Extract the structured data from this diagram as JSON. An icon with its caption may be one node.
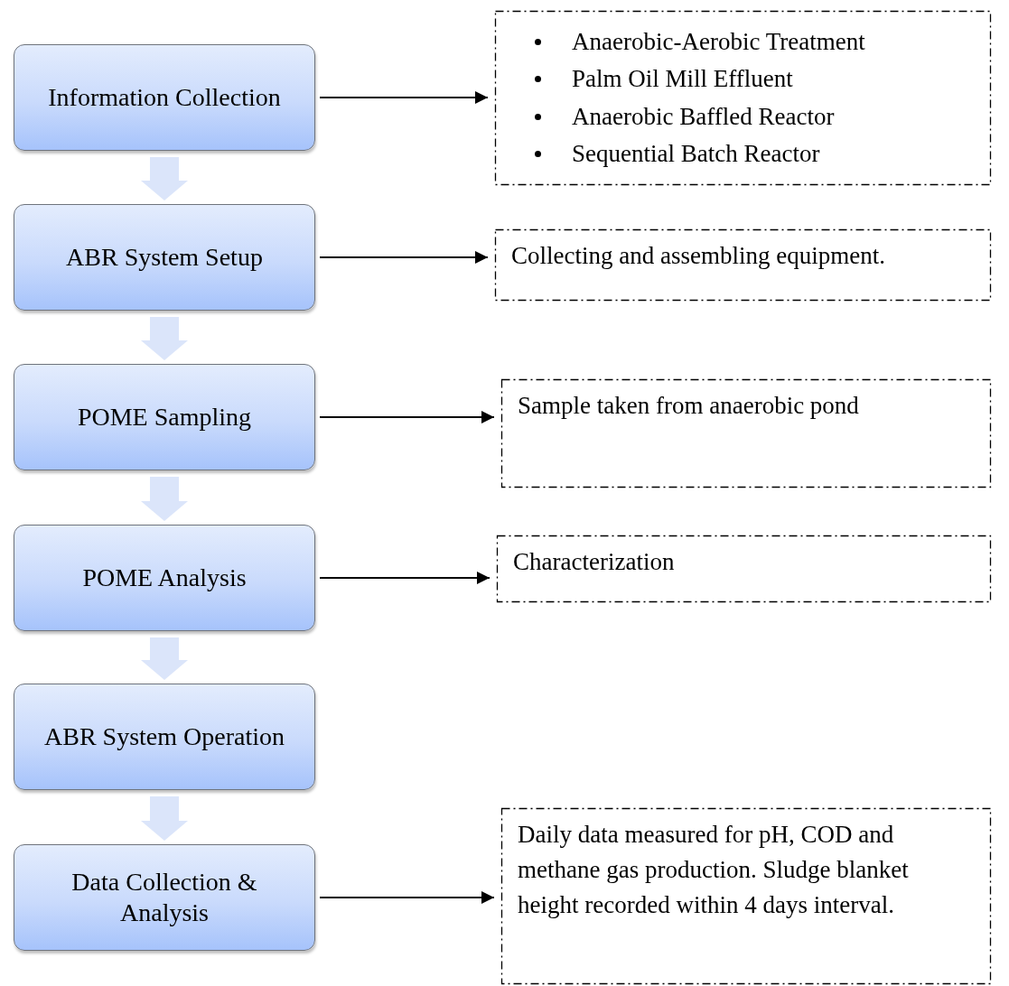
{
  "diagram": {
    "nodes": [
      {
        "text": [
          "Information Collection"
        ]
      },
      {
        "text": [
          "ABR System Setup"
        ]
      },
      {
        "text": [
          "POME Sampling"
        ]
      },
      {
        "text": [
          "POME Analysis"
        ]
      },
      {
        "text": [
          "ABR System Operation"
        ]
      },
      {
        "text": [
          "Data Collection & Analysis"
        ]
      },
      {
        "text": [
          "Anaerobic-Aerobic Treatment",
          "Palm Oil Mill Effluent",
          "Anaerobic Baffled Reactor",
          "Sequential Batch Reactor"
        ]
      },
      {
        "text": [
          "Collecting and assembling equipment."
        ]
      },
      {
        "text": [
          "Sample taken from anaerobic pond"
        ]
      },
      {
        "text": [
          "Characterization"
        ]
      },
      {
        "text": [
          "Daily data measured for pH, COD and methane gas production. Sludge blanket height recorded within 4 days interval."
        ]
      }
    ],
    "edges": [
      {
        "from": 0,
        "to": 1,
        "arrow": "to",
        "style": "thick",
        "color": "#dbe5fa"
      },
      {
        "from": 1,
        "to": 2,
        "arrow": "to",
        "style": "thick",
        "color": "#dbe5fa"
      },
      {
        "from": 2,
        "to": 3,
        "arrow": "to",
        "style": "thick",
        "color": "#dbe5fa"
      },
      {
        "from": 3,
        "to": 4,
        "arrow": "to",
        "style": "thick",
        "color": "#dbe5fa"
      },
      {
        "from": 4,
        "to": 5,
        "arrow": "to",
        "style": "thick",
        "color": "#dbe5fa"
      },
      {
        "from": 0,
        "to": 6,
        "arrow": "to"
      },
      {
        "from": 1,
        "to": 7,
        "arrow": "to"
      },
      {
        "from": 2,
        "to": 8,
        "arrow": "to"
      },
      {
        "from": 3,
        "to": 9,
        "arrow": "to"
      },
      {
        "from": 5,
        "to": 10,
        "arrow": "to"
      }
    ]
  }
}
